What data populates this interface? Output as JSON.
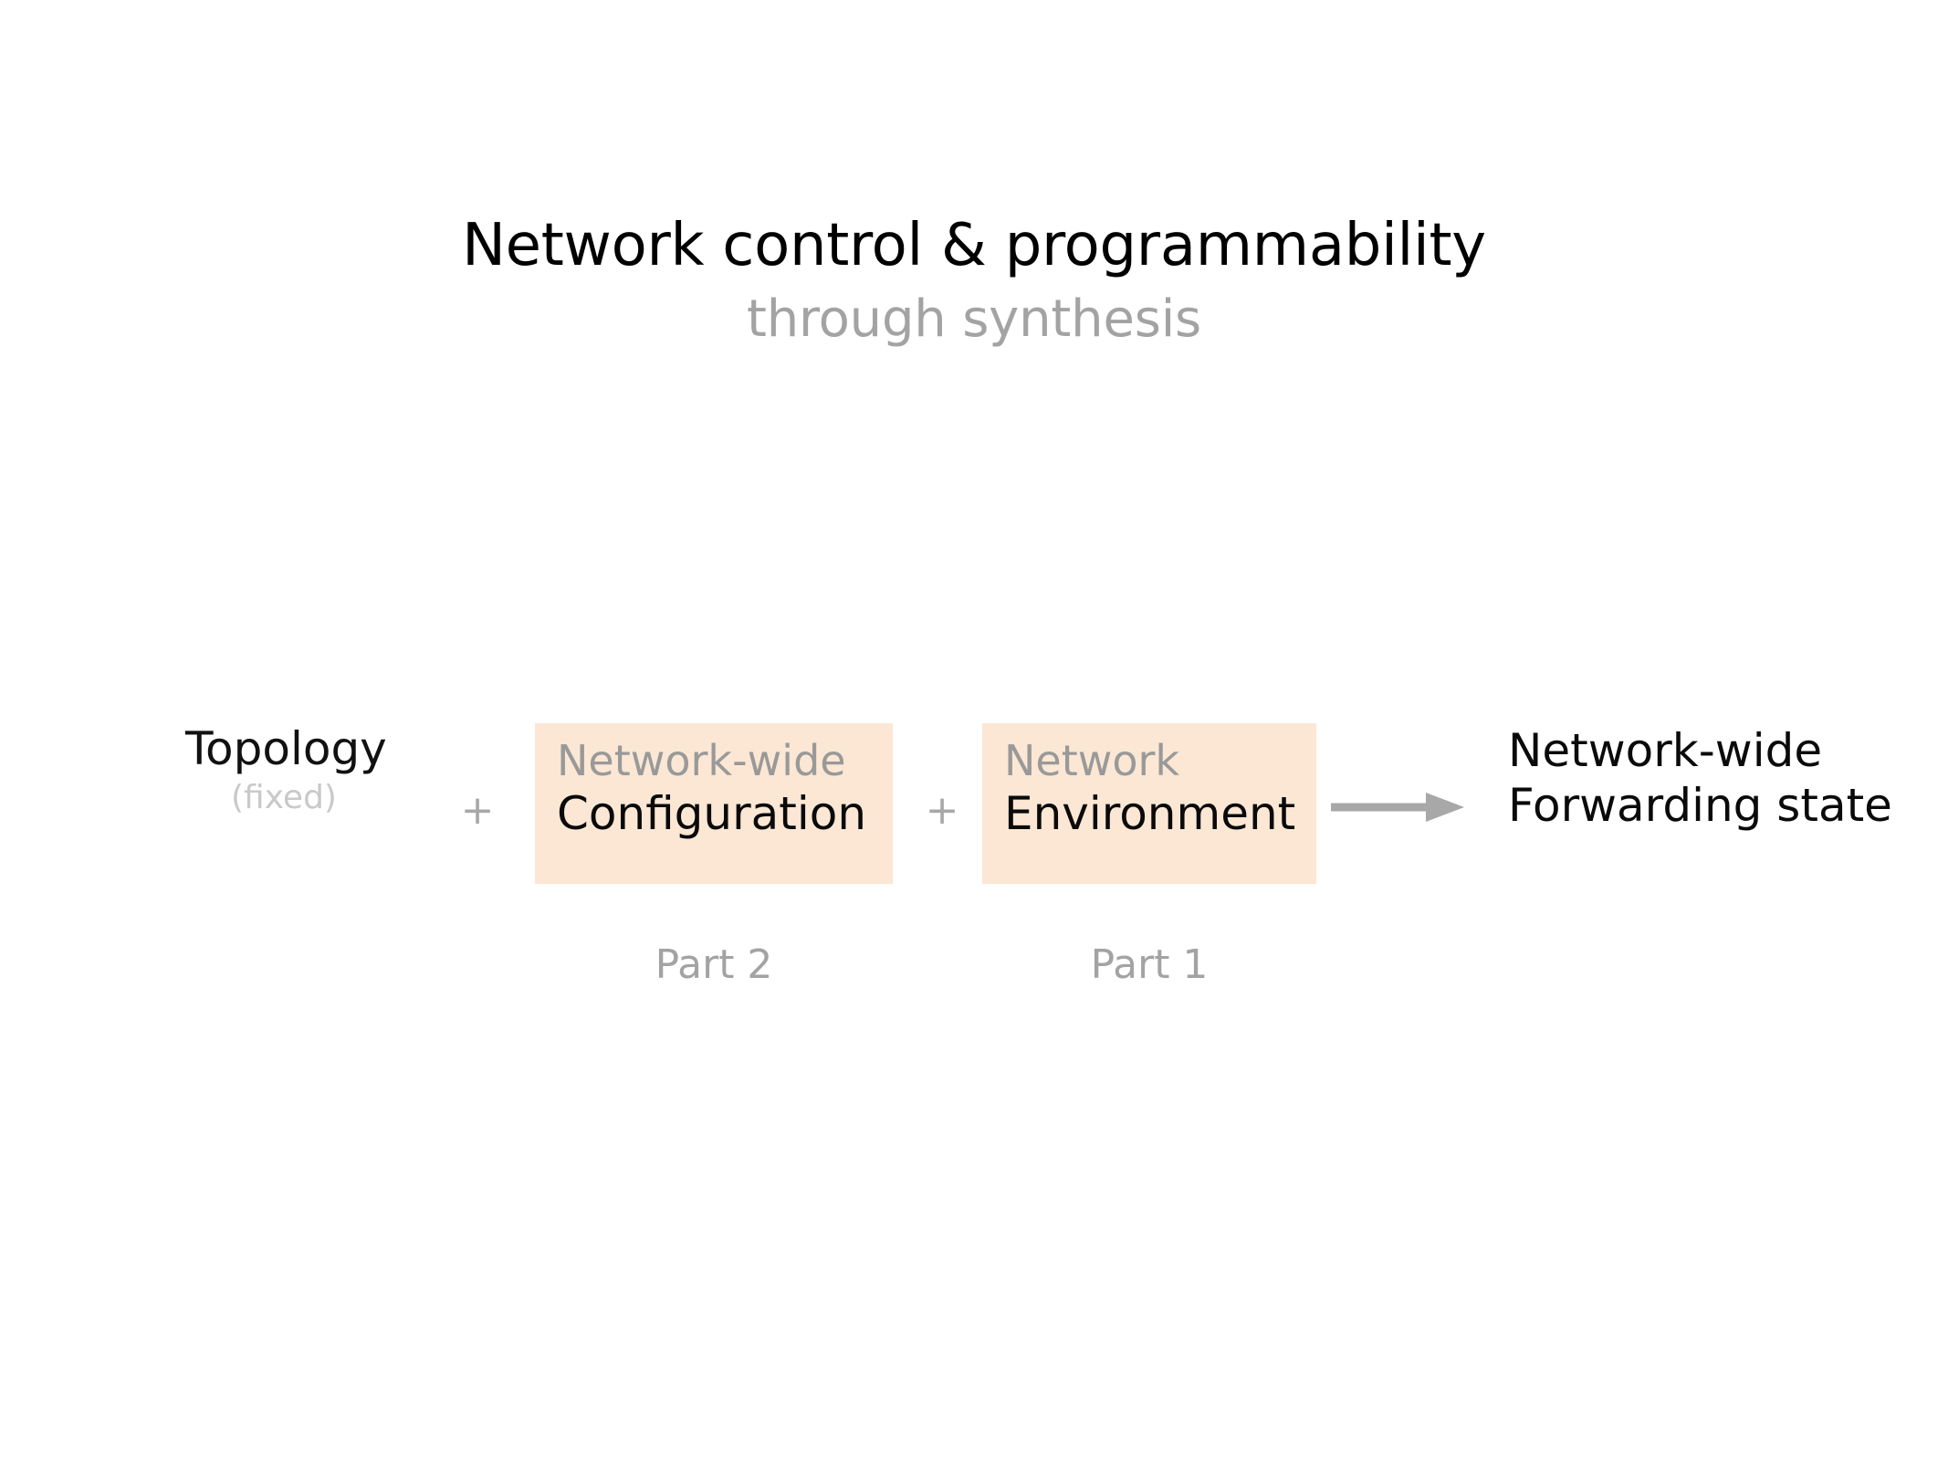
{
  "slide": {
    "title": "Network control & programmability",
    "subtitle": "through synthesis"
  },
  "diagram": {
    "terms": {
      "topology": {
        "main": "Topology",
        "sub": "(fixed)"
      },
      "configuration": {
        "line_top": "Network-wide",
        "line_bottom": "Configuration",
        "caption": "Part 2"
      },
      "environment": {
        "line_top": "Network",
        "line_bottom": "Environment",
        "caption": "Part 1"
      },
      "output": {
        "line_top": "Network-wide",
        "line_bottom": "Forwarding state"
      }
    },
    "operators": {
      "plus_first": "+",
      "plus_second": "+"
    },
    "colors": {
      "highlight_box": "#fbe7d4",
      "muted_text": "#999999",
      "faint_text": "#c9c9c9",
      "subtitle_text": "#a3a3a3",
      "arrow": "#a8a8a8",
      "primary_text": "#0a0a0a",
      "background": "#ffffff"
    }
  }
}
